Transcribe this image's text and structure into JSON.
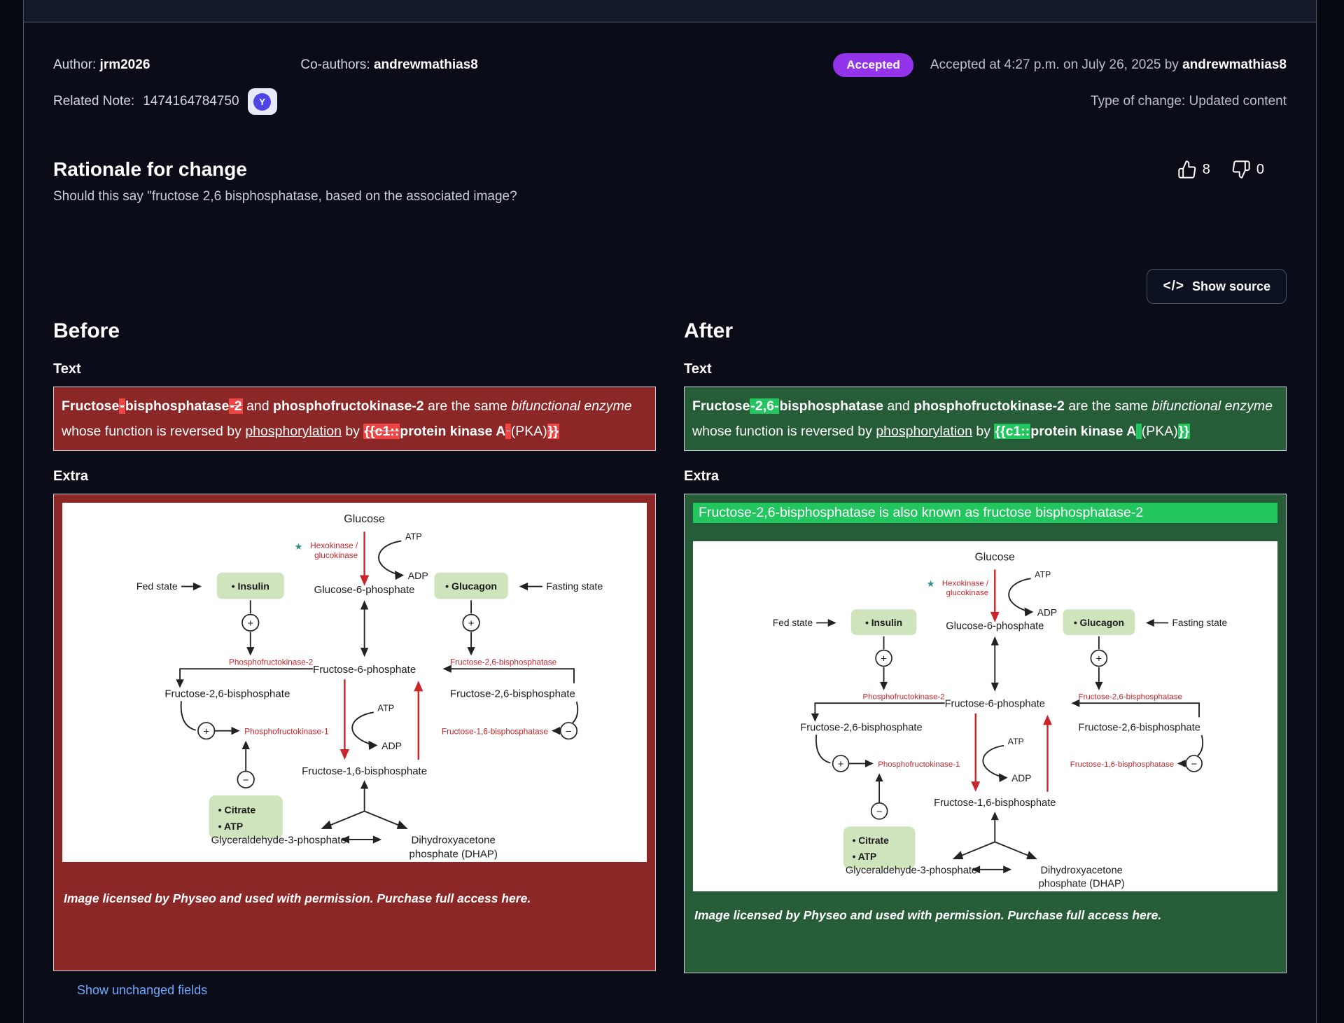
{
  "meta": {
    "author_label": "Author:",
    "author": "jrm2026",
    "coauthors_label": "Co-authors:",
    "coauthors": "andrewmathias8",
    "related_note_label": "Related Note:",
    "related_note_id": "1474164784750",
    "status_badge": "Accepted",
    "accepted_text": "Accepted at 4:27 p.m. on July 26, 2025 by",
    "accepted_by": "andrewmathias8",
    "type_change_label": "Type of change:",
    "type_change_value": "Updated content"
  },
  "rationale": {
    "title": "Rationale for change",
    "text": "Should this say \"fructose 2,6 bisphosphatase, based on the associated image?",
    "upvotes": "8",
    "downvotes": "0"
  },
  "actions": {
    "show_source": "Show source",
    "code_glyph": "</>"
  },
  "diff": {
    "before_title": "Before",
    "after_title": "After",
    "text_label": "Text",
    "extra_label": "Extra",
    "before_segments": [
      "Fructose",
      "-",
      "bisphosphatase",
      "-2",
      " and ",
      "phosphofructokinase-2",
      " are the same ",
      "bifunctional enzyme",
      " whose function is reversed by ",
      "phosphorylation",
      " by ",
      "{{c1::",
      "protein kinase A",
      " ",
      "(PKA)",
      "}}"
    ],
    "after_segments": [
      "Fructose",
      "-2,6-",
      "bisphosphatase",
      " and ",
      "phosphofructokinase-2",
      " are the same ",
      "bifunctional enzyme",
      " whose function is reversed by ",
      "phosphorylation",
      " by ",
      "{{c1::",
      "protein kinase A",
      " ",
      "(PKA)",
      "}}"
    ],
    "after_extra_highlight": "Fructose-2,6-bisphosphatase is also known as fructose bisphosphatase-2",
    "caption": "Image licensed by Physeo and used with permission. Purchase full access here."
  },
  "pathway": {
    "glucose": "Glucose",
    "atp_top": "ATP",
    "adp_top": "ADP",
    "star": "★",
    "hexokinase_1": "Hexokinase /",
    "hexokinase_2": "glucokinase",
    "fed_state": "Fed state",
    "insulin": "• Insulin",
    "g6p": "Glucose-6-phosphate",
    "glucagon": "• Glucagon",
    "fasting_state": "Fasting state",
    "pfk2": "Phosphofructokinase-2",
    "f26bpase": "Fructose-2,6-bisphosphatase",
    "f6p": "Fructose-6-phosphate",
    "f26bp_left": "Fructose-2,6-bisphosphate",
    "f26bp_right": "Fructose-2,6-bisphosphate",
    "pfk1": "Phosphofructokinase-1",
    "atp_mid": "ATP",
    "adp_mid": "ADP",
    "f16bpase": "Fructose-1,6-bisphosphatase",
    "citrate": "• Citrate",
    "atp_box": "• ATP",
    "f16bp": "Fructose-1,6-bisphosphate",
    "g3p": "Glyceraldehyde-3-phosphate",
    "dhap_1": "Dihydroxyacetone",
    "dhap_2": "phosphate (DHAP)",
    "plus": "+",
    "minus": "−"
  },
  "footer": {
    "show_unchanged": "Show unchanged fields"
  },
  "colors": {
    "badge_purple": "#9333ea",
    "before_bg": "#8b2727",
    "after_bg": "#265c37",
    "delete_highlight": "#ef4444",
    "insert_highlight": "#22c55e",
    "diagram_red": "#c9252b",
    "diagram_teal": "#2e8b8b",
    "diagram_box_green": "#cfe3bd",
    "link_blue": "#6ea8fe"
  }
}
